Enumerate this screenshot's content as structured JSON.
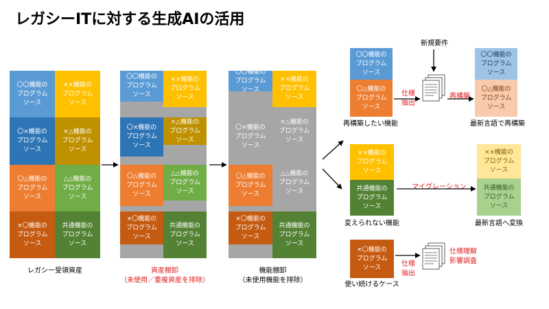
{
  "title": "レガシーITに対する生成AIの活用",
  "colors": {
    "blue": "#5b9bd5",
    "darkblue": "#2e75b6",
    "yellow": "#ffc000",
    "olive": "#bf9000",
    "orange": "#ed7d31",
    "lightgreen": "#70ad47",
    "darkorange": "#c55a11",
    "darkgreen": "#548235",
    "gray": "#a6a6a6",
    "lightblue": "#9dc3e6",
    "peach": "#f8cbad",
    "lightyellow": "#ffe699",
    "lightgreen2": "#a9d18e",
    "red": "#e02020"
  },
  "modules": {
    "oo": "〇〇機能の\nプログラム\nソース",
    "xx": "××機能の\nプログラム\nソース",
    "ox": "〇×機能の\nプログラム\nソース",
    "xt": "×△機能の\nプログラム\nソース",
    "ot": "〇△機能の\nプログラム\nソース",
    "tt": "△△機能の\nプログラム\nソース",
    "xo": "×〇機能の\nプログラム\nソース",
    "common": "共通機能の\nプログラム\nソース"
  },
  "labels": {
    "stage1": "レガシー受領資産",
    "stage2": "資産棚卸\n（未使用／重複資産を排除）",
    "stage3": "機能棚卸\n（未使用機能を排除）",
    "new_requirements": "新規要件",
    "spec_extract": "仕様\n抽出",
    "rebuild_action": "再構築",
    "rebuild_target": "再構築したい機能",
    "rebuild_result": "最新言語で再構築",
    "migration": "マイグレーション",
    "unchanged_target": "変えられない機能",
    "unchanged_result": "最新言語へ変換",
    "spec_extract2": "仕様\n抽出",
    "spec_understanding": "仕様理解\n影響調査",
    "continue_case": "使い続けるケース"
  }
}
